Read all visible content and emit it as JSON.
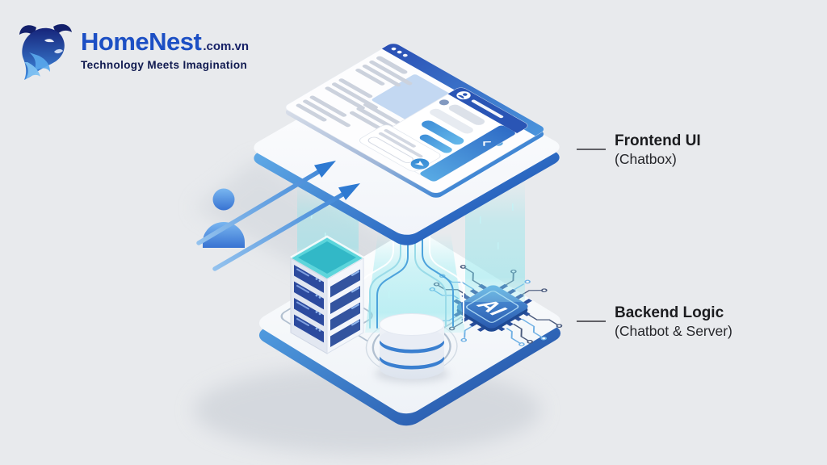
{
  "background_color": "#e8eaed",
  "logo": {
    "brand": "HomeNest",
    "domain_suffix": ".com.vn",
    "tagline": "Technology Meets Imagination",
    "brand_color": "#1c4fc4",
    "suffix_color": "#141f66",
    "tagline_color": "#101a50"
  },
  "annotations": {
    "frontend": {
      "title": "Frontend UI",
      "subtitle": "(Chatbox)"
    },
    "backend": {
      "title": "Backend Logic",
      "subtitle": "(Chatbot & Server)"
    }
  },
  "illustration": {
    "chip_label": "AI",
    "icons": [
      "bull-logo-icon",
      "user-icon",
      "window-dots-icon",
      "chat-avatar-icon",
      "send-icon",
      "chevron-left-icon",
      "server-rack-icon",
      "database-icon",
      "ai-chip-icon",
      "flow-arrow-icon"
    ],
    "colors": {
      "accent_blue": "#2f7cd6",
      "deep_blue": "#2a55b5",
      "edge_blue": "#3f86d4",
      "beam_cyan": "#82e4eb",
      "server_panel_navy": "#2c4a9e",
      "surface_white": "#fbfcfe"
    }
  }
}
